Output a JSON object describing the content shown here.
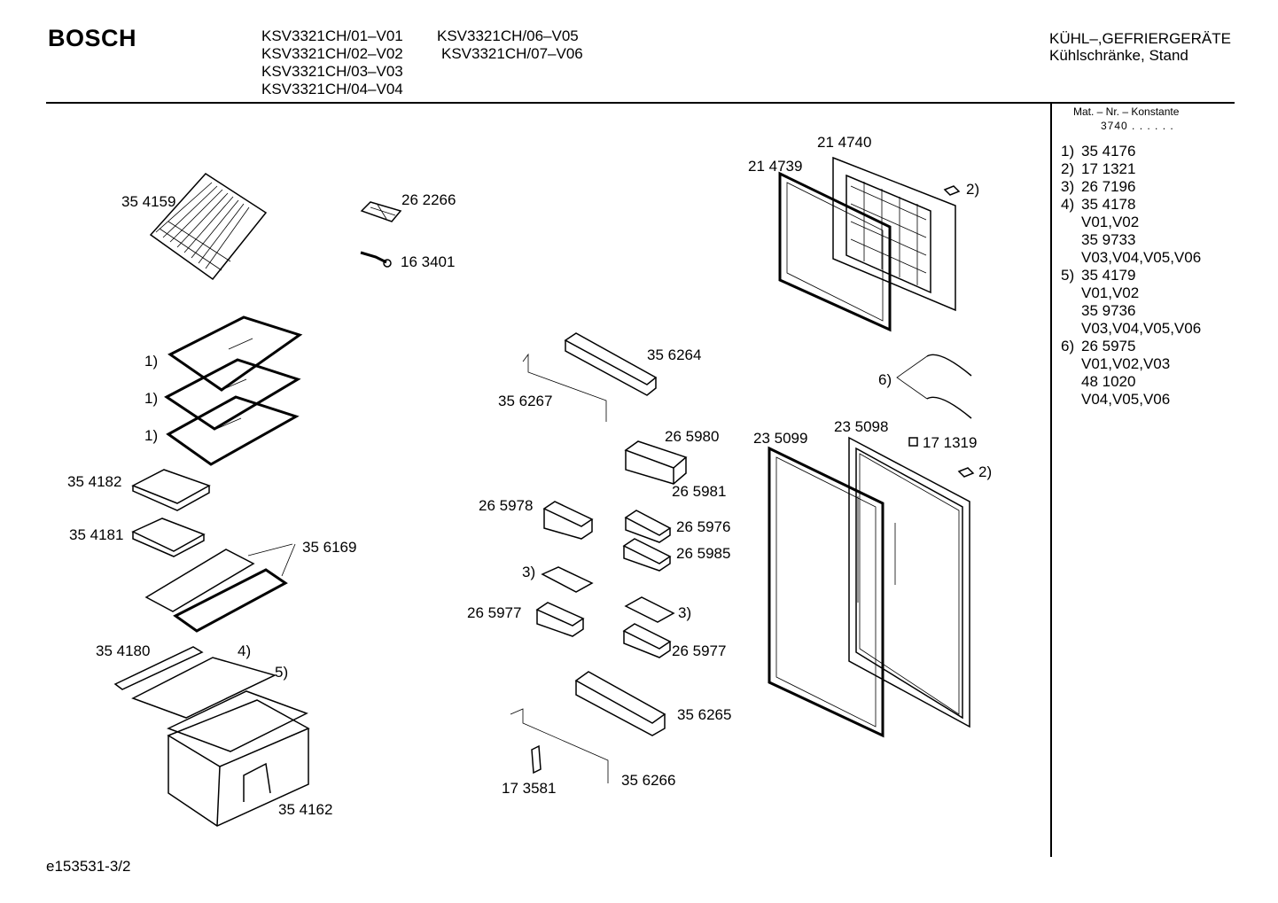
{
  "header": {
    "brand": "BOSCH",
    "models_col1": [
      "KSV3321CH/01–V01",
      "KSV3321CH/02–V02",
      "KSV3321CH/03–V03",
      "KSV3321CH/04–V04"
    ],
    "models_col2": [
      "KSV3321CH/06–V05",
      "KSV3321CH/07–V06"
    ],
    "category": "KÜHL–,GEFRIERGERÄTE",
    "subcategory": "Kühlschränke, Stand"
  },
  "material": {
    "title": "Mat. – Nr. – Konstante",
    "constant": "3740 . . . . . ."
  },
  "legend": [
    {
      "num": "1)",
      "text": "35 4176"
    },
    {
      "num": "2)",
      "text": "17 1321"
    },
    {
      "num": "3)",
      "text": "26 7196"
    },
    {
      "num": "4)",
      "text": "35 4178"
    },
    {
      "num": "",
      "text": "V01,V02"
    },
    {
      "num": "",
      "text": "35 9733"
    },
    {
      "num": "",
      "text": "V03,V04,V05,V06"
    },
    {
      "num": "5)",
      "text": "35 4179"
    },
    {
      "num": "",
      "text": "V01,V02"
    },
    {
      "num": "",
      "text": "35 9736"
    },
    {
      "num": "",
      "text": "V03,V04,V05,V06"
    },
    {
      "num": "6)",
      "text": "26 5975"
    },
    {
      "num": "",
      "text": "V01,V02,V03"
    },
    {
      "num": "",
      "text": "48 1020"
    },
    {
      "num": "",
      "text": "V04,V05,V06"
    }
  ],
  "part_labels": {
    "p354159": "35 4159",
    "p262266": "26 2266",
    "p163401": "16 3401",
    "ref1a": "1)",
    "ref1b": "1)",
    "ref1c": "1)",
    "p354182": "35 4182",
    "p354181": "35 4181",
    "p356169": "35 6169",
    "p354180": "35 4180",
    "ref4": "4)",
    "ref5": "5)",
    "p354162": "35 4162",
    "p356264": "35 6264",
    "p356267": "35 6267",
    "p265980": "26 5980",
    "p265981": "26 5981",
    "p265978": "26 5978",
    "p265976": "26 5976",
    "p265985": "26 5985",
    "ref3a": "3)",
    "ref3b": "3)",
    "p265977a": "26 5977",
    "p265977b": "26 5977",
    "p356265": "35 6265",
    "p356266": "35 6266",
    "p173581": "17 3581",
    "p214740": "21 4740",
    "p214739": "21 4739",
    "ref2a": "2)",
    "ref2b": "2)",
    "ref6": "6)",
    "p235099": "23 5099",
    "p235098": "23 5098",
    "p171319": "17 1319"
  },
  "footer": "e153531-3/2"
}
